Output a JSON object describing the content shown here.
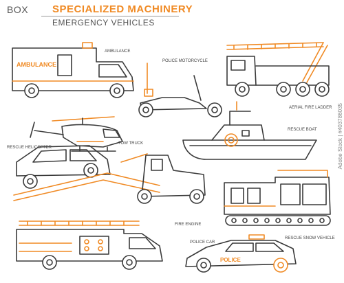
{
  "header": {
    "box_label": "BOX",
    "title": "SPECIALIZED MACHINERY",
    "subtitle": "EMERGENCY VEHICLES"
  },
  "vehicles": {
    "ambulance": {
      "label": "AMBULANCE",
      "side_text": "AMBULANCE"
    },
    "police_motorcycle": {
      "label": "POLICE MOTORCYCLE"
    },
    "aerial_fire_ladder": {
      "label": "AERIAL FIRE LADDER"
    },
    "rescue_helicopter": {
      "label": "RESCUE HELICOPTER"
    },
    "rescue_boat": {
      "label": "RESCUE BOAT"
    },
    "tow_truck": {
      "label": "TOW TRUCK"
    },
    "fire_engine": {
      "label": "FIRE ENGINE"
    },
    "police_car": {
      "label": "POLICE CAR",
      "side_text": "POLICE"
    },
    "rescue_snow_vehicle": {
      "label": "RESCUE SNOW VEHICLE"
    }
  },
  "watermark": "Adobe Stock | #403786035",
  "colors": {
    "accent": "#f08a24",
    "line": "#3a3a3a"
  }
}
